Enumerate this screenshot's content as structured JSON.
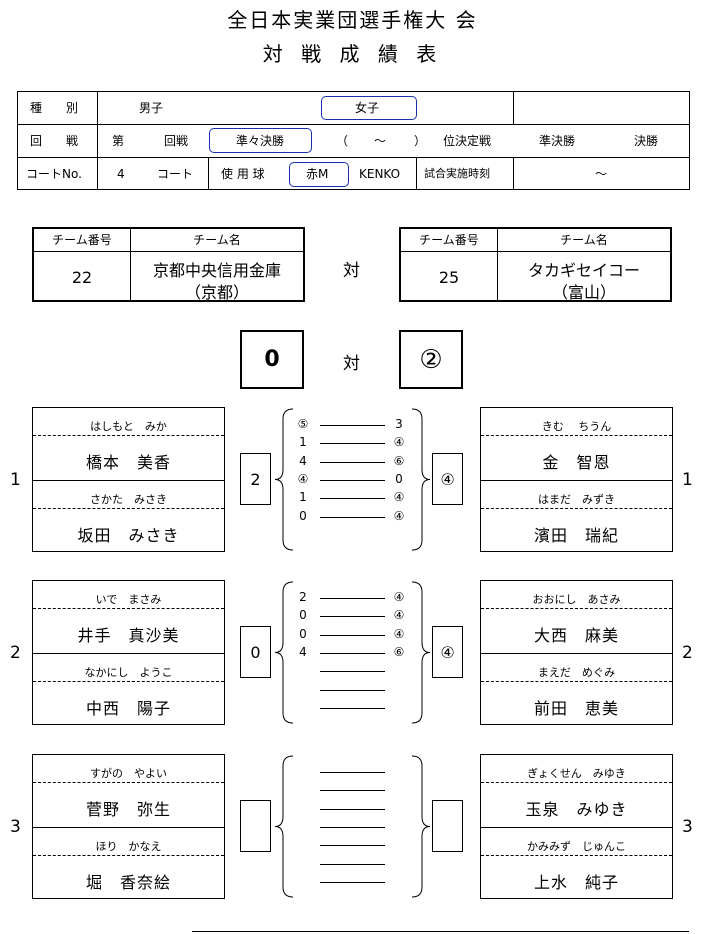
{
  "title": "全日本実業団選手権大 会",
  "subtitle": "対 戦 成 績 表",
  "info": {
    "category_label": "種　　別",
    "men": "男子",
    "women": "女子",
    "round_label": "回　　戦",
    "round_dai": "第",
    "round_kaisen": "回戦",
    "quarterfinal": "準々決勝",
    "paren_open": "（",
    "tilde": "～",
    "paren_close": "）",
    "placement": "位決定戦",
    "semifinal": "準決勝",
    "final": "決勝",
    "court_label": "コートNo.",
    "court_no": "4",
    "court_word": "コート",
    "ball_label": "使 用 球",
    "ball_red": "赤M",
    "ball_brand": "KENKO",
    "time_label": "試合実施時刻",
    "time_value": "～"
  },
  "teams": {
    "no_header": "チーム番号",
    "name_header": "チーム名",
    "vs": "対",
    "left": {
      "no": "22",
      "name1": "京都中央信用金庫",
      "name2": "（京都）"
    },
    "right": {
      "no": "25",
      "name1": "タカギセイコー",
      "name2": "（富山）"
    }
  },
  "score": {
    "left": "0",
    "vs": "対",
    "right": "②"
  },
  "matches": [
    {
      "no": "1",
      "left_total": "2",
      "right_total": "④",
      "left": [
        {
          "kana": "はしもと　みか",
          "name": "橋本　美香"
        },
        {
          "kana": "さかた　みさき",
          "name": "坂田　みさき"
        }
      ],
      "right": [
        {
          "kana": "きむ　 ちうん",
          "name": "金　智恩"
        },
        {
          "kana": "はまだ　みずき",
          "name": "濱田　瑞紀"
        }
      ],
      "games": [
        [
          "⑤",
          "3"
        ],
        [
          "1",
          "④"
        ],
        [
          "4",
          "⑥"
        ],
        [
          "④",
          "0"
        ],
        [
          "1",
          "④"
        ],
        [
          "0",
          "④"
        ]
      ]
    },
    {
      "no": "2",
      "left_total": "0",
      "right_total": "④",
      "left": [
        {
          "kana": "いで　まさみ",
          "name": "井手　真沙美"
        },
        {
          "kana": "なかにし　ようこ",
          "name": "中西　陽子"
        }
      ],
      "right": [
        {
          "kana": "おおにし　あさみ",
          "name": "大西　麻美"
        },
        {
          "kana": "まえだ　めぐみ",
          "name": "前田　恵美"
        }
      ],
      "games": [
        [
          "2",
          "④"
        ],
        [
          "0",
          "④"
        ],
        [
          "0",
          "④"
        ],
        [
          "4",
          "⑥"
        ],
        [
          "",
          ""
        ],
        [
          "",
          ""
        ],
        [
          "",
          ""
        ]
      ]
    },
    {
      "no": "3",
      "left_total": "",
      "right_total": "",
      "left": [
        {
          "kana": "すがの　やよい",
          "name": "菅野　弥生"
        },
        {
          "kana": "ほり　かなえ",
          "name": "堀　香奈絵"
        }
      ],
      "right": [
        {
          "kana": "ぎょくせん　みゆき",
          "name": "玉泉　みゆき"
        },
        {
          "kana": "かみみず　じゅんこ",
          "name": "上水　純子"
        }
      ],
      "games": [
        [
          "",
          ""
        ],
        [
          "",
          ""
        ],
        [
          "",
          ""
        ],
        [
          "",
          ""
        ],
        [
          "",
          ""
        ],
        [
          "",
          ""
        ],
        [
          "",
          ""
        ]
      ]
    }
  ]
}
